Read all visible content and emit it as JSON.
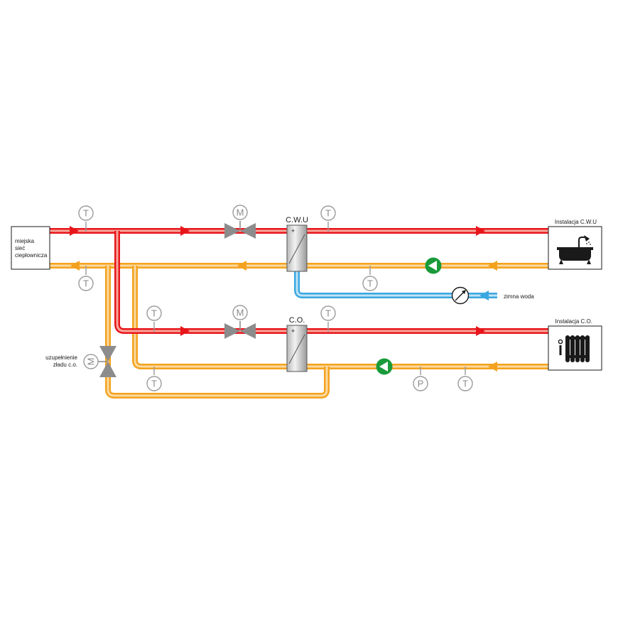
{
  "labels": {
    "source_line1": "miejska",
    "source_line2": "sieć",
    "source_line3": "ciepłownicza",
    "cwu_exchanger": "C.W.U",
    "co_exchanger": "C.O.",
    "install_cwu": "Instalacja C.W.U",
    "install_co": "Instalacja C.O.",
    "cold_water": "zimna woda",
    "makeup_line1": "uzupełnienie",
    "makeup_line2": "zładu c.o."
  },
  "symbols": {
    "temperature": "T",
    "motor": "M",
    "pressure": "P"
  },
  "colors": {
    "supply": "#e8161c",
    "supply_light": "#f6a79a",
    "return": "#f4a21e",
    "return_light": "#fbd9a0",
    "cold": "#3aa7e0",
    "cold_light": "#bfe3f6",
    "pump": "#1a9a3a",
    "gauge": "#9b9b9b"
  },
  "icons": {
    "bathtub": "bathtub-icon",
    "radiator": "radiator-icon"
  }
}
